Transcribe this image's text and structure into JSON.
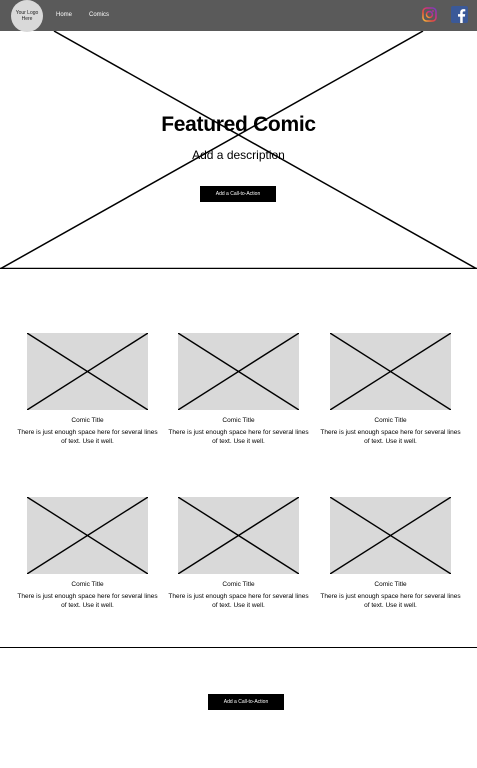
{
  "nav": {
    "logo_text": "Your Logo Here",
    "links": [
      "Home",
      "Comics"
    ],
    "instagram_icon": "instagram-icon",
    "facebook_icon": "facebook-icon"
  },
  "hero": {
    "title": "Featured Comic",
    "description": "Add a description",
    "cta_label": "Add a Call-to-Action"
  },
  "comics": [
    {
      "title": "Comic Title",
      "text": "There is just enough space here for several lines of text. Use it well."
    },
    {
      "title": "Comic Title",
      "text": "There is just enough space here for several lines of text. Use it well."
    },
    {
      "title": "Comic Title",
      "text": "There is just enough space here for several lines of text. Use it well."
    },
    {
      "title": "Comic Title",
      "text": "There is just enough space here for several lines of text. Use it well."
    },
    {
      "title": "Comic Title",
      "text": "There is just enough space here for several lines of text. Use it well."
    },
    {
      "title": "Comic Title",
      "text": "There is just enough space here for several lines of text. Use it well."
    }
  ],
  "footer": {
    "cta_label": "Add a Call-to-Action"
  },
  "colors": {
    "navbar": "#5a5a5a",
    "placeholder": "#d9d9d9",
    "button": "#000000"
  }
}
